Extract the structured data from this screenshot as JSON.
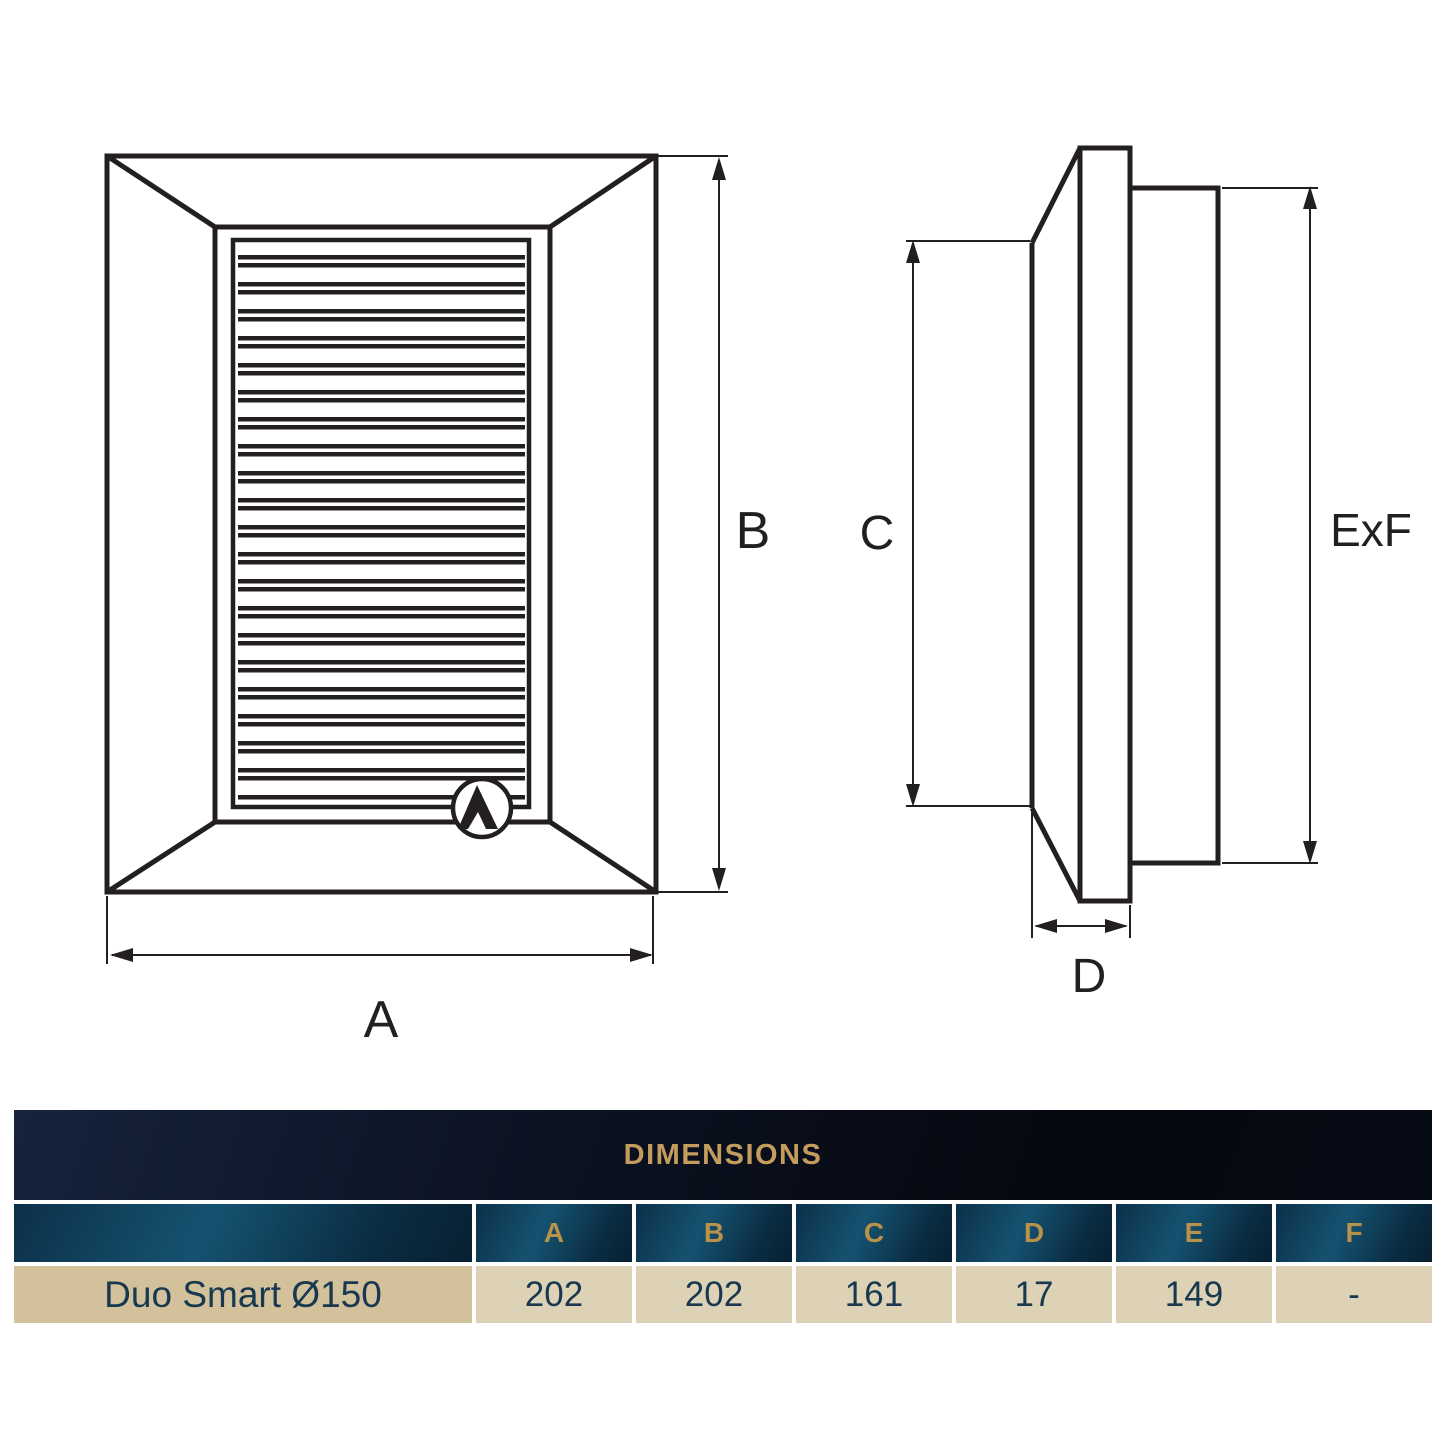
{
  "drawing": {
    "front_view": {
      "width_label": "A",
      "height_label": "B"
    },
    "side_view": {
      "height_label": "C",
      "depth_label": "D",
      "size_label": "ExF"
    },
    "icons": {
      "logo": "m-mountain-logo"
    },
    "line_color": "#231f20"
  },
  "table": {
    "title": "DIMENSIONS",
    "columns": [
      "A",
      "B",
      "C",
      "D",
      "E",
      "F"
    ],
    "rows": [
      {
        "name": "Duo Smart Ø150",
        "values": [
          "202",
          "202",
          "161",
          "17",
          "149",
          "-"
        ]
      }
    ]
  },
  "colors": {
    "accent_gold": "#c49c5e",
    "header_navy": "#0b1222",
    "subheader_blue": "#155270",
    "row_tan_dark": "#d2c19b",
    "row_tan_light": "#ded2b6",
    "value_text": "#17384f",
    "drawing_lines": "#231f20"
  }
}
